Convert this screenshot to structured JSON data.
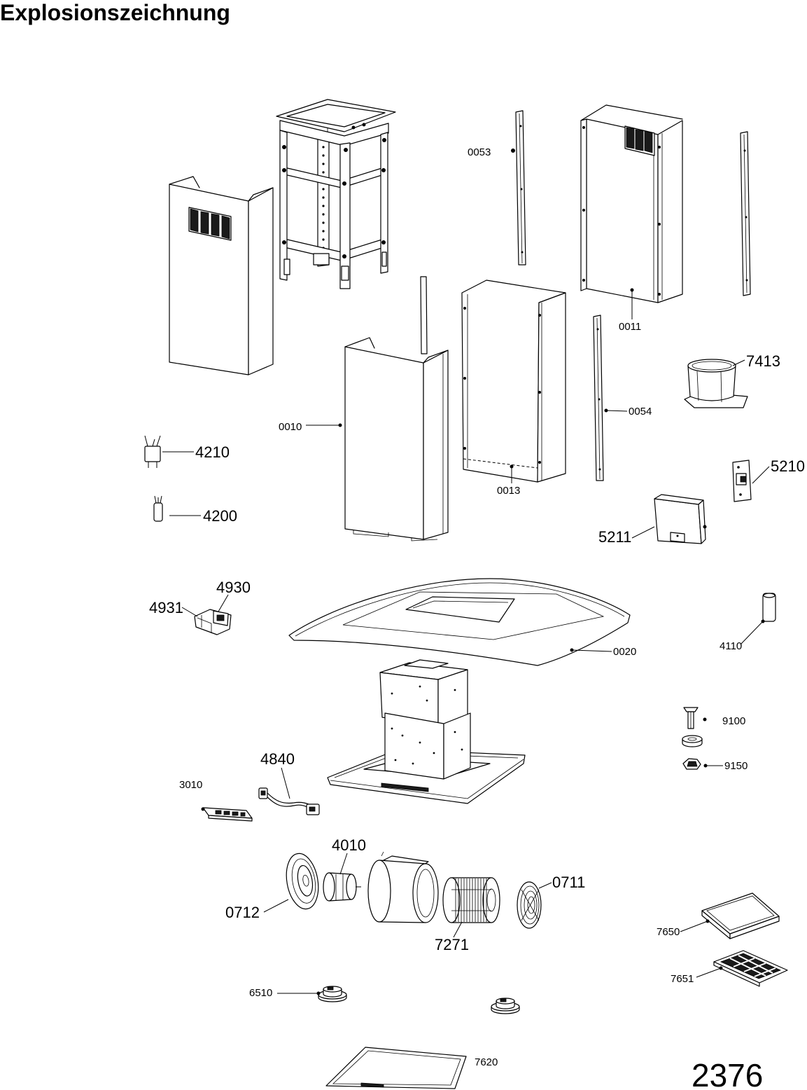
{
  "title": "Explosionszeichnung",
  "drawing_number": "2376",
  "callouts": {
    "c0053": "0053",
    "c0011": "0011",
    "c7413": "7413",
    "c0054": "0054",
    "c0010": "0010",
    "c4210": "4210",
    "c4200": "4200",
    "c0013": "0013",
    "c5210": "5210",
    "c5211": "5211",
    "c4930": "4930",
    "c4931": "4931",
    "c0020": "0020",
    "c4110": "4110",
    "c9100": "9100",
    "c9150": "9150",
    "c4840": "4840",
    "c3010": "3010",
    "c4010": "4010",
    "c0711": "0711",
    "c0712": "0712",
    "c7271": "7271",
    "c7650": "7650",
    "c7651": "7651",
    "c6510": "6510",
    "c7620": "7620"
  }
}
